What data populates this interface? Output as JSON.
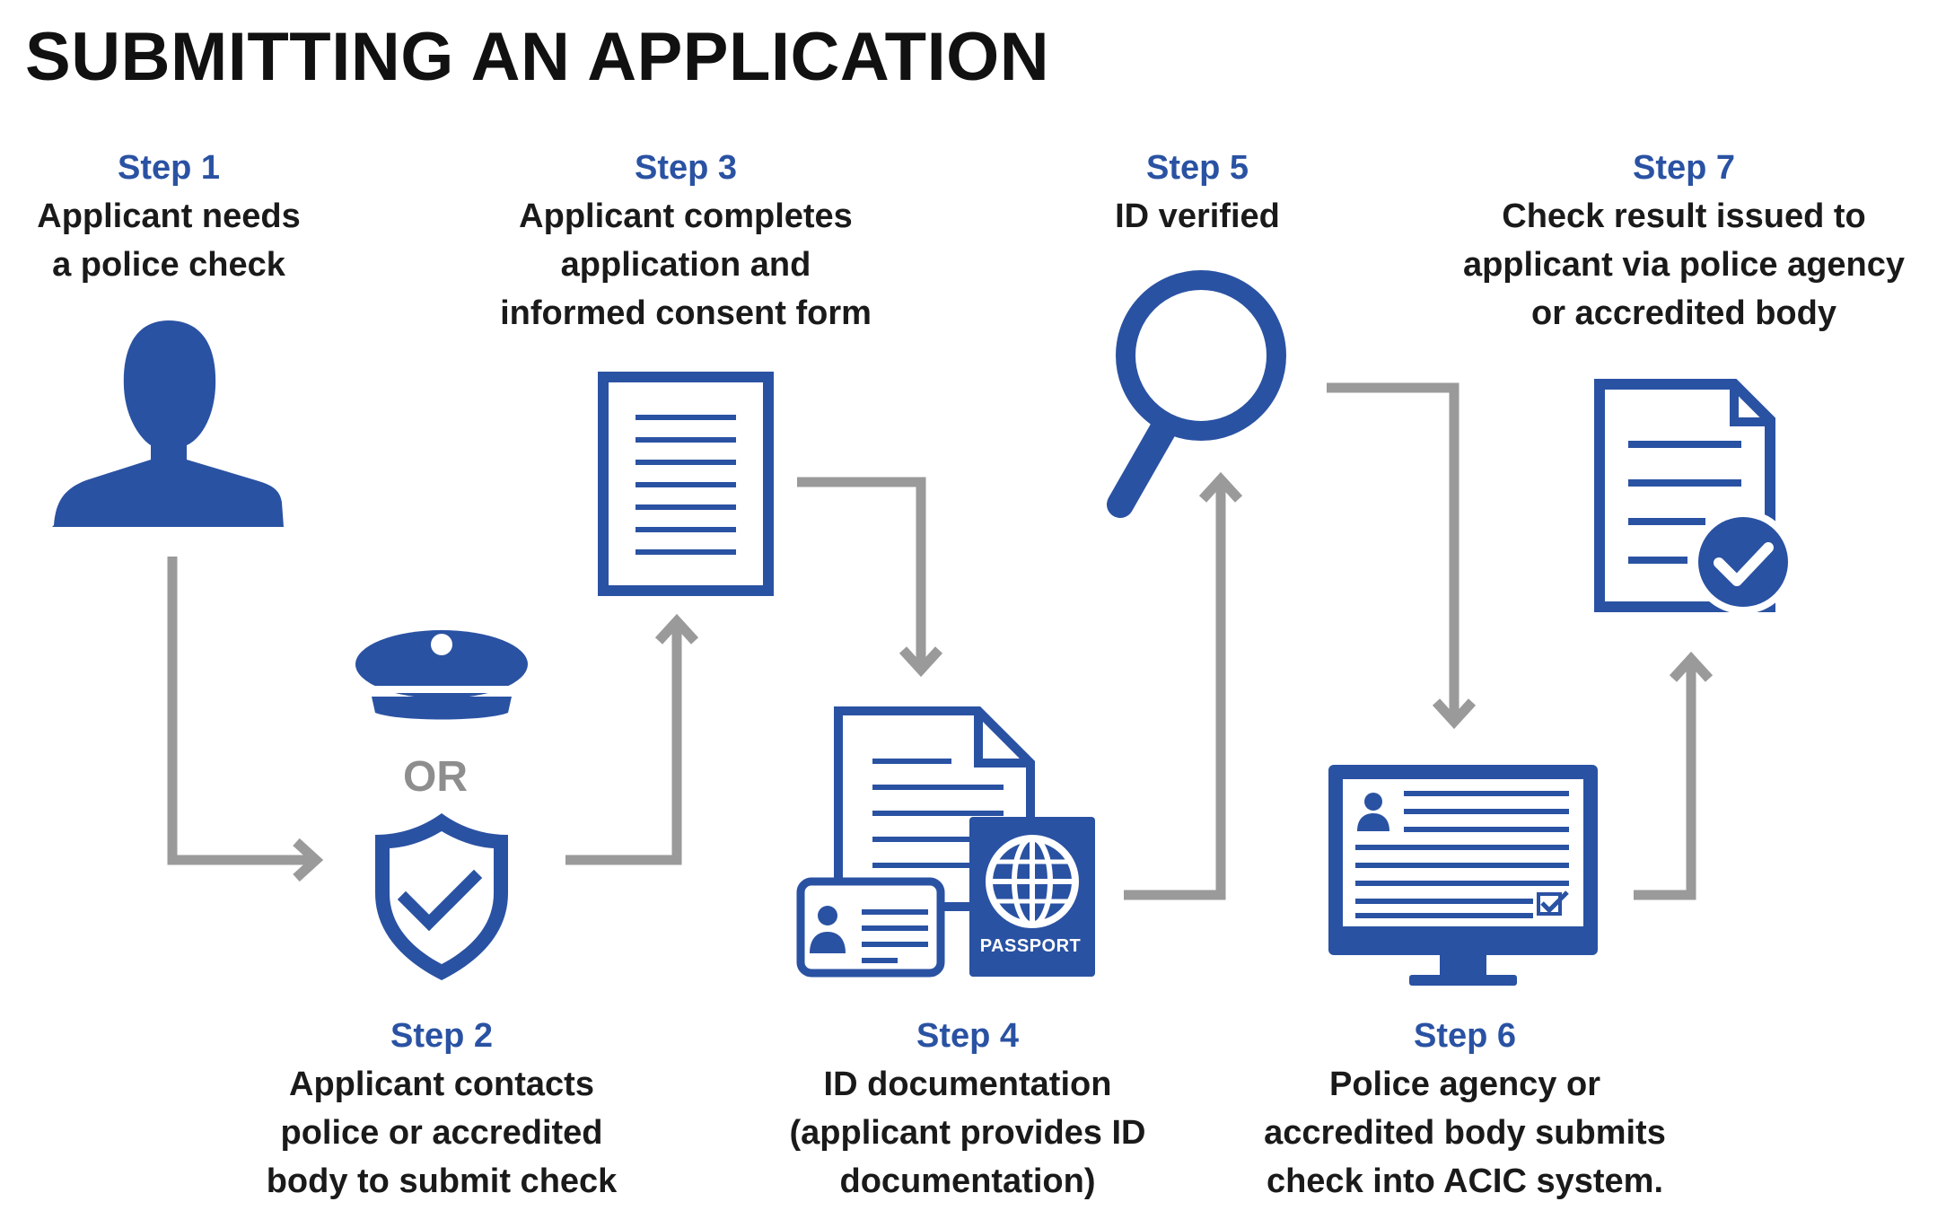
{
  "title": "SUBMITTING AN APPLICATION",
  "or_label": "OR",
  "passport_label": "PASSPORT",
  "colors": {
    "icon_blue": "#2a52a3",
    "arrow_gray": "#9a9a9a",
    "step_label": "#2a52a3",
    "text": "#1a1a1a"
  },
  "steps": [
    {
      "label": "Step 1",
      "lines": [
        "Applicant needs",
        "a police check"
      ],
      "icon": "person-icon"
    },
    {
      "label": "Step 2",
      "lines": [
        "Applicant contacts",
        "police or accredited",
        "body to submit check"
      ],
      "icon": "police-cap-or-shield-icon"
    },
    {
      "label": "Step 3",
      "lines": [
        "Applicant completes",
        "application and",
        "informed consent form"
      ],
      "icon": "form-document-icon"
    },
    {
      "label": "Step 4",
      "lines": [
        "ID documentation",
        "(applicant provides ID",
        "documentation)"
      ],
      "icon": "id-documents-passport-icon"
    },
    {
      "label": "Step 5",
      "lines": [
        "ID verified"
      ],
      "icon": "magnifying-glass-icon"
    },
    {
      "label": "Step 6",
      "lines": [
        "Police agency or",
        "accredited body submits",
        "check into ACIC system."
      ],
      "icon": "computer-monitor-icon"
    },
    {
      "label": "Step 7",
      "lines": [
        "Check result issued to",
        "applicant via police agency",
        "or accredited body"
      ],
      "icon": "approved-document-icon"
    }
  ]
}
